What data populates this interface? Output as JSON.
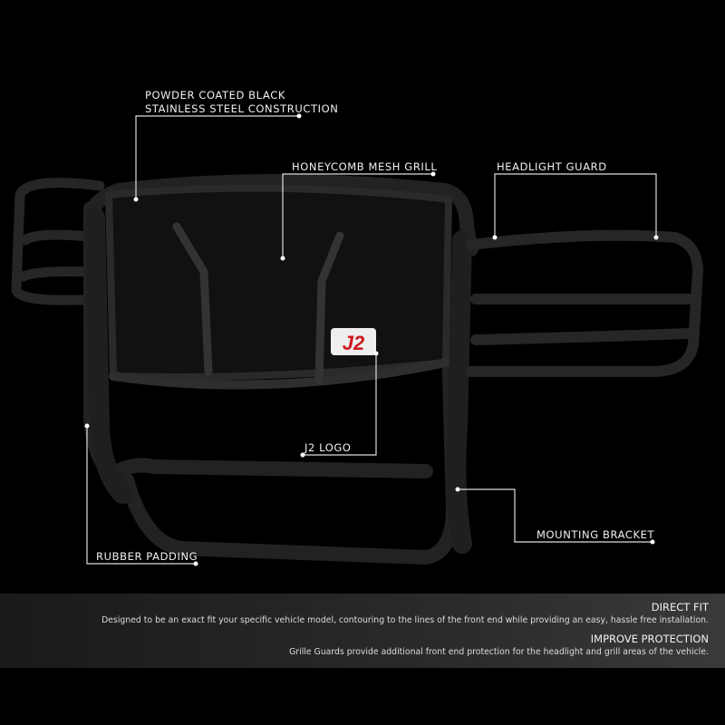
{
  "callouts": {
    "construction_line1": "POWDER COATED BLACK",
    "construction_line2": "STAINLESS STEEL CONSTRUCTION",
    "mesh": "HONEYCOMB MESH GRILL",
    "headlight": "HEADLIGHT GUARD",
    "logo": "J2 LOGO",
    "padding": "RUBBER PADDING",
    "bracket": "MOUNTING BRACKET"
  },
  "features": [
    {
      "title": "DIRECT FIT",
      "text": "Designed to be an exact fit your specific vehicle model, contouring to the lines of the front end while providing an easy, hassle free installation."
    },
    {
      "title": "IMPROVE PROTECTION",
      "text": "Grille Guards provide additional front end protection for the headlight and grill areas of the vehicle."
    }
  ],
  "logo_text": "J2",
  "colors": {
    "background": "#000000",
    "accent_logo": "#d0191e",
    "guard": "#1c1c1c"
  }
}
